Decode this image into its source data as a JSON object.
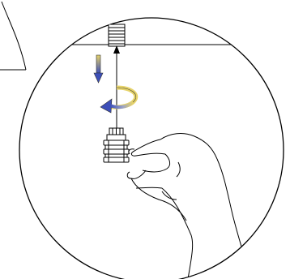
{
  "diagram": {
    "kind": "assembly-instruction-detail",
    "parts": {
      "receptacle": "panel-mounted-threaded-connector",
      "plug": "cable-connector-plug",
      "mounting_line": "panel-surface"
    },
    "indicators": {
      "push_arrow": {
        "direction": "down",
        "icon": "gradient-arrow"
      },
      "rotate_arrow": {
        "direction": "clockwise",
        "icon": "curved-rotation-arrow"
      },
      "alignment_axis": "vertical-guide-with-arrowhead"
    },
    "colors": {
      "outline": "#000000",
      "arrow_blue": "#3d4fb8",
      "arrow_yellow": "#e6d36a",
      "background": "#ffffff"
    },
    "hand": "right-hand-holding-plug"
  }
}
